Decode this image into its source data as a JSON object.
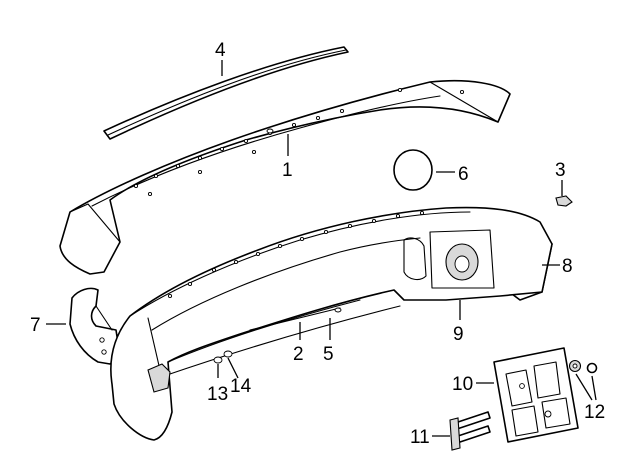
{
  "callouts": [
    {
      "id": "1",
      "text": "1"
    },
    {
      "id": "2",
      "text": "2"
    },
    {
      "id": "3",
      "text": "3"
    },
    {
      "id": "4",
      "text": "4"
    },
    {
      "id": "5",
      "text": "5"
    },
    {
      "id": "6",
      "text": "6"
    },
    {
      "id": "7",
      "text": "7"
    },
    {
      "id": "8",
      "text": "8"
    },
    {
      "id": "9",
      "text": "9"
    },
    {
      "id": "10",
      "text": "10"
    },
    {
      "id": "11",
      "text": "11"
    },
    {
      "id": "12",
      "text": "12"
    },
    {
      "id": "13",
      "text": "13"
    },
    {
      "id": "14",
      "text": "14"
    }
  ],
  "colors": {
    "line": "#000000",
    "background": "#ffffff",
    "shade": "#d9d9d9"
  }
}
